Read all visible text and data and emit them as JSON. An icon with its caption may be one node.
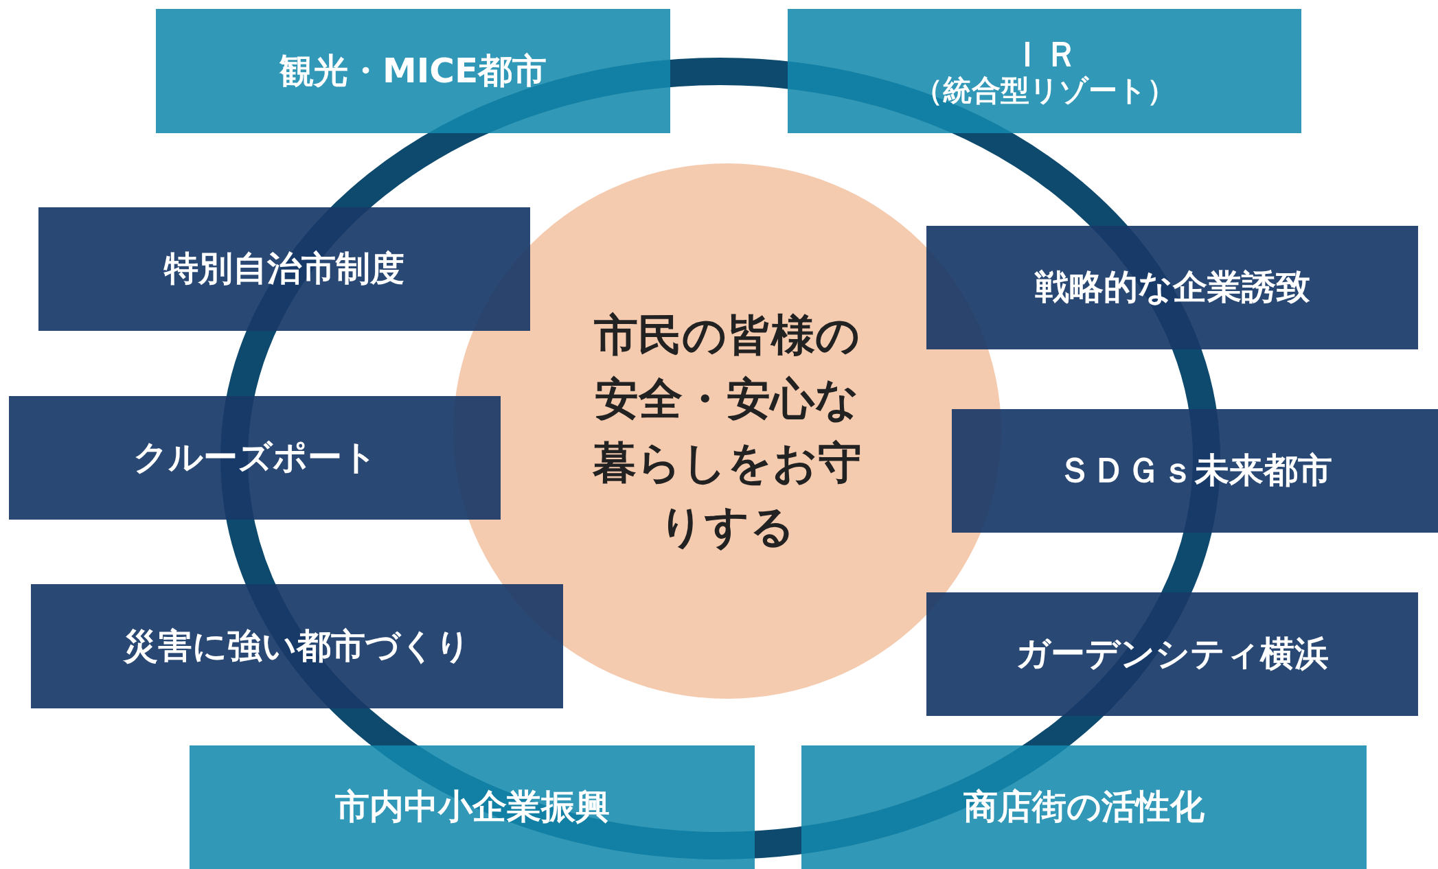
{
  "diagram": {
    "nodes": [
      {
        "text": [
          "観光・MICE都市"
        ]
      },
      {
        "text": [
          "ＩＲ",
          "（統合型リゾート）"
        ]
      },
      {
        "text": [
          "特別自治市制度"
        ]
      },
      {
        "text": [
          "市民の皆様の安全・安心な暮らしをお守りする"
        ]
      },
      {
        "text": [
          "戦略的な企業誘致"
        ]
      },
      {
        "text": [
          "クルーズポート"
        ]
      },
      {
        "text": [
          "ＳＤＧｓ未来都市"
        ]
      },
      {
        "text": [
          "災害に強い都市づくり"
        ]
      },
      {
        "text": [
          "ガーデンシティ横浜"
        ]
      },
      {
        "text": [
          "市内中小企業振興"
        ]
      },
      {
        "text": [
          "商店街の活性化"
        ]
      }
    ]
  }
}
